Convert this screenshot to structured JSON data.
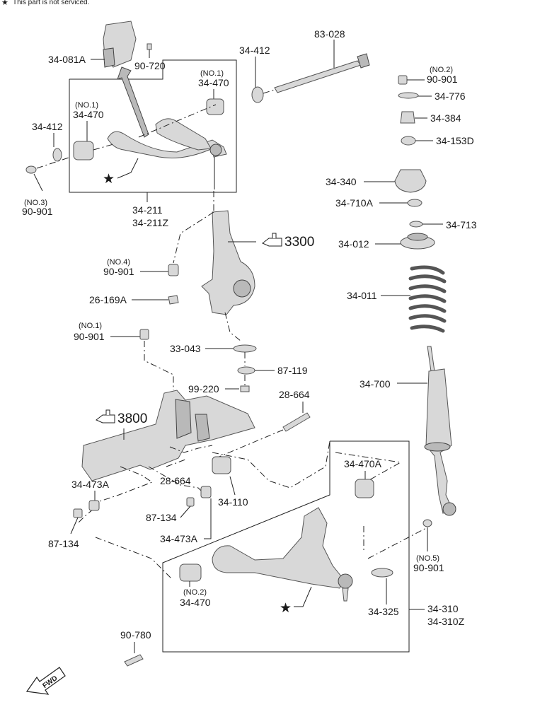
{
  "note": {
    "star": "★",
    "text": "This part is not serviced."
  },
  "labels": {
    "l_34081A": "34-081A",
    "l_90720": "90-720",
    "l_34412_top": "34-412",
    "l_83028": "83-028",
    "l_no1_a": "(NO.1)",
    "l_34470_a": "34-470",
    "l_no1_b": "(NO.1)",
    "l_34470_b": "34-470",
    "l_34412_left": "34-412",
    "l_no3": "(NO.3)",
    "l_90901_no3": "90-901",
    "l_34211": "34-211",
    "l_34211Z": "34-211Z",
    "l_no2_top": "(NO.2)",
    "l_90901_top": "90-901",
    "l_34776": "34-776",
    "l_34384": "34-384",
    "l_34153D": "34-153D",
    "l_34340": "34-340",
    "l_34710A": "34-710A",
    "l_34713": "34-713",
    "l_34012": "34-012",
    "l_34011": "34-011",
    "l_34700": "34-700",
    "l_no4": "(NO.4)",
    "l_90901_no4": "90-901",
    "l_26169A": "26-169A",
    "l_no1_c": "(NO.1)",
    "l_90901_no1": "90-901",
    "l_33043": "33-043",
    "l_87119": "87-119",
    "l_99220": "99-220",
    "l_28664_a": "28-664",
    "l_34473A_a": "34-473A",
    "l_28664_b": "28-664",
    "l_34110": "34-110",
    "l_87134_a": "87-134",
    "l_34473A_b": "34-473A",
    "l_87134_b": "87-134",
    "l_34470A": "34-470A",
    "l_no5": "(NO.5)",
    "l_90901_no5": "90-901",
    "l_no2_bot": "(NO.2)",
    "l_34470_c": "34-470",
    "l_34325": "34-325",
    "l_34310": "34-310",
    "l_34310Z": "34-310Z",
    "l_90780": "90-780"
  },
  "refs": {
    "ref_3300": "3300",
    "ref_3800": "3800"
  },
  "stars": {
    "star_upper": "★",
    "star_lower": "★"
  },
  "fwd": "FWD",
  "colors": {
    "line": "#222222",
    "part_fill": "#d8d8d8",
    "part_dark": "#b9b9b9"
  },
  "icons": {
    "pointer": "pointing-hand-icon",
    "fwd": "fwd-arrow-icon"
  }
}
